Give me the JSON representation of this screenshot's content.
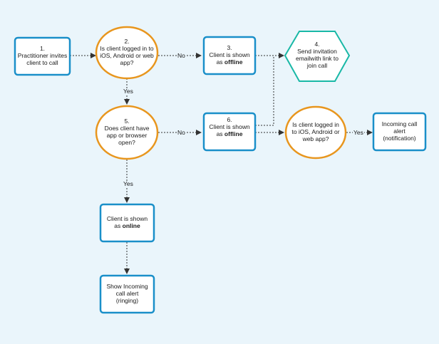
{
  "colors": {
    "background": "#eaf5fb",
    "box_fill": "#ffffff",
    "box_stroke": "#1a8fc9",
    "decision_stroke": "#e8961e",
    "invite_stroke": "#19b8a6",
    "connector": "#333333"
  },
  "nodes": {
    "n1": {
      "num": "1.",
      "text": "Practitioner invites client to call"
    },
    "n2": {
      "num": "2.",
      "text": "Is client logged in to iOS, Android or web app?"
    },
    "n3": {
      "num": "3.",
      "text": "Client is shown as",
      "bold": "offline"
    },
    "n4": {
      "num": "4.",
      "text": "Send invitation emailwith link to join call"
    },
    "n5": {
      "num": "5.",
      "text": "Does client have app or browser open?"
    },
    "n6": {
      "num": "6.",
      "text": "Client is shown as",
      "bold": "offline"
    },
    "n7": {
      "text": "Is client logged in to iOS, Android or web app?"
    },
    "n8": {
      "text": "Incoming call alert (notification)"
    },
    "n9": {
      "text": "Client is shown as",
      "bold": "online"
    },
    "n10": {
      "text": "Show Incoming call alert (ringing)"
    }
  },
  "edges": {
    "no": "No",
    "yes": "Yes"
  }
}
